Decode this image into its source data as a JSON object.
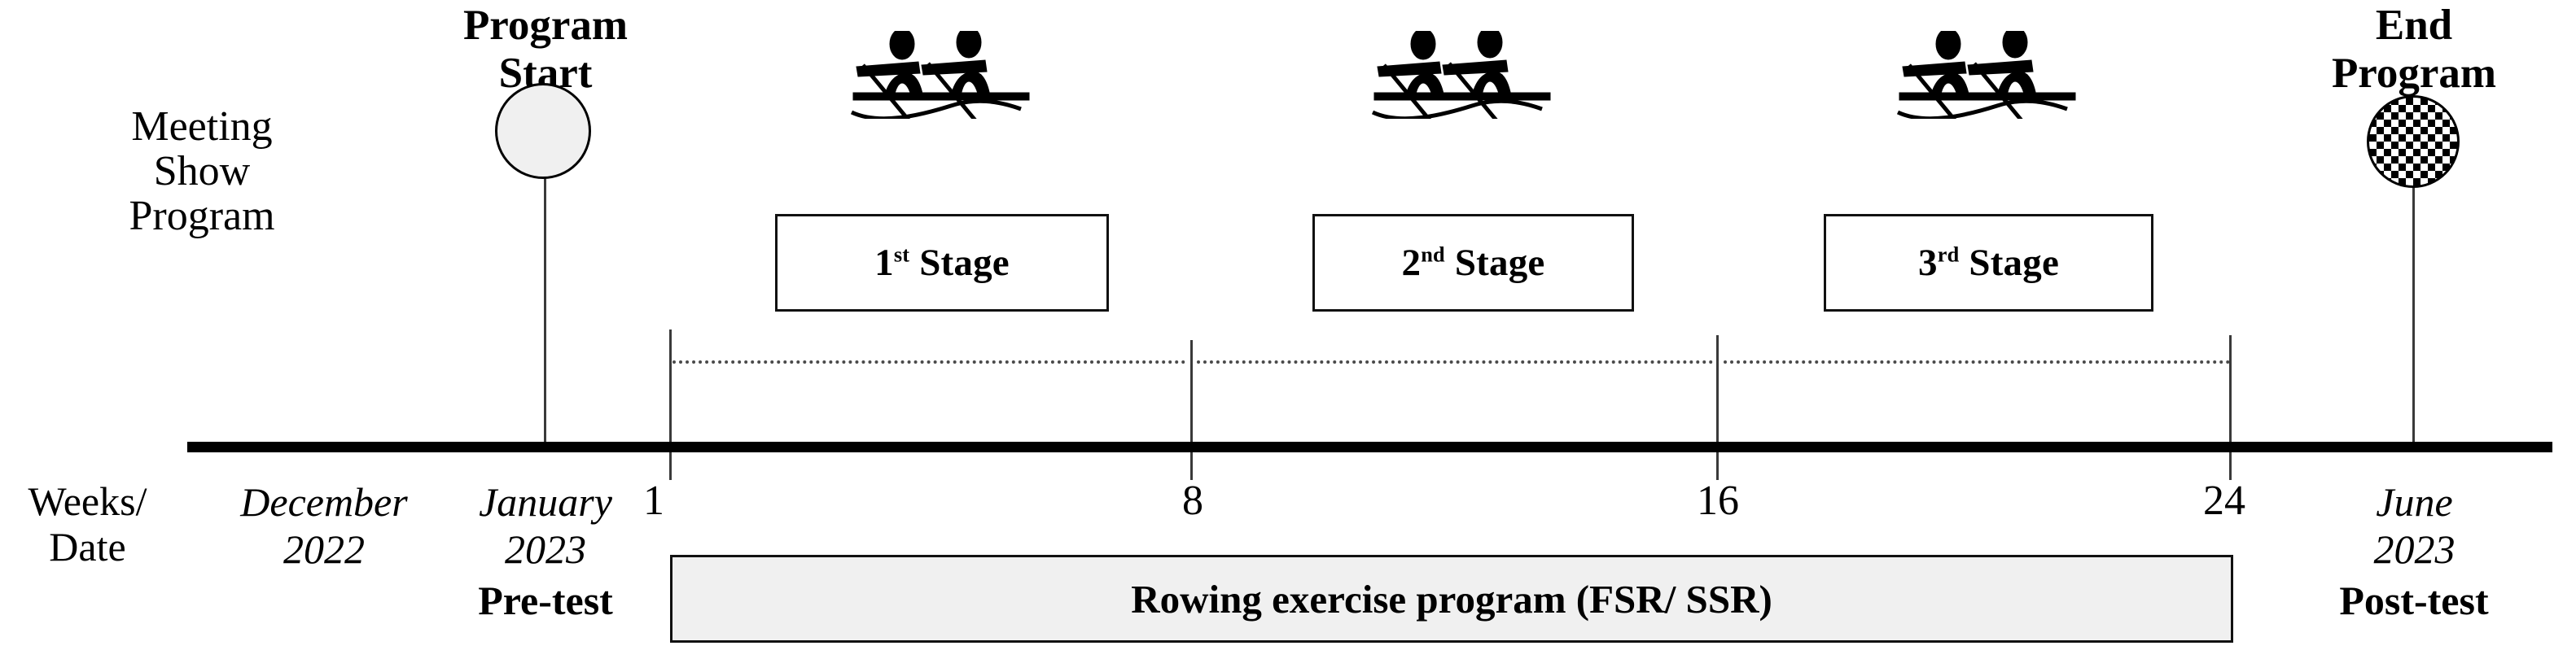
{
  "diagram": {
    "title_hidden": "",
    "row_label": {
      "line1": "Weeks/",
      "line2": "Date"
    },
    "left_note": {
      "line1": "Meeting",
      "line2": "Show",
      "line3": "Program"
    },
    "milestones": [
      {
        "id": "program-start",
        "label_line1": "Program",
        "label_line2": "Start",
        "marker": "plain-circle",
        "date_line1": "January",
        "date_line2": "2023",
        "test_label": "Pre-test"
      },
      {
        "id": "end-program",
        "label_line1": "End",
        "label_line2": "Program",
        "marker": "checkered-circle",
        "date_line1": "June",
        "date_line2": "2023",
        "test_label": "Post-test"
      }
    ],
    "pre_period": {
      "date_line1": "December",
      "date_line2": "2022"
    },
    "stages": [
      {
        "ordinal": "1",
        "suffix": "st",
        "word": "Stage",
        "icon": "rowing-pair-icon"
      },
      {
        "ordinal": "2",
        "suffix": "nd",
        "word": "Stage",
        "icon": "rowing-pair-icon"
      },
      {
        "ordinal": "3",
        "suffix": "rd",
        "word": "Stage",
        "icon": "rowing-pair-icon"
      }
    ],
    "week_ticks": [
      "1",
      "8",
      "16",
      "24"
    ],
    "program_bar_label": "Rowing exercise program (FSR/ SSR)",
    "colors": {
      "axis": "#000000",
      "box_border": "#111111",
      "bar_fill": "#f0f0f0",
      "circle_fill": "#f0f0f0",
      "dotted": "#4a4a4a"
    }
  },
  "chart_data": {
    "type": "table",
    "title": "Rowing exercise program timeline",
    "xlabel": "Weeks/Date",
    "categories": [
      "1",
      "8",
      "16",
      "24"
    ],
    "series": [
      {
        "name": "1st Stage",
        "start_week": 1,
        "end_week": 8
      },
      {
        "name": "2nd Stage",
        "start_week": 8,
        "end_week": 16
      },
      {
        "name": "3rd Stage",
        "start_week": 16,
        "end_week": 24
      }
    ],
    "annotations": [
      "Meeting Show Program — December 2022",
      "Program Start — January 2023 — Pre-test",
      "Rowing exercise program (FSR/ SSR) — weeks 1 to 24",
      "End Program — June 2023 — Post-test"
    ],
    "grid": false,
    "legend": "none"
  }
}
